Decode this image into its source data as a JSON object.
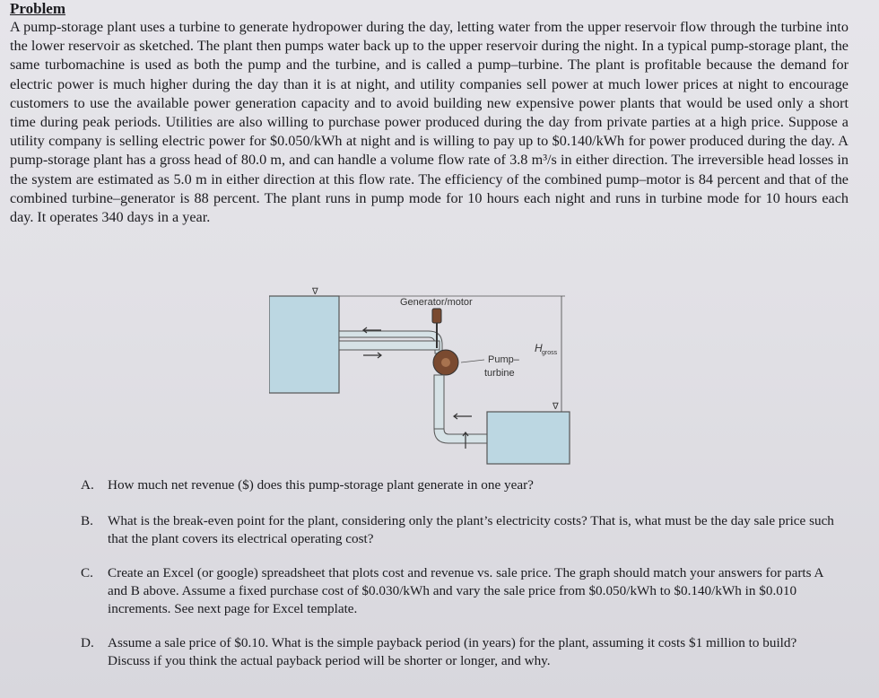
{
  "heading": "Problem",
  "problem_text": "A pump-storage plant uses a turbine to generate hydropower during the day, letting water from the upper reservoir flow through the turbine into the lower reservoir as sketched. The plant then pumps water back up to the upper reservoir during the night. In a typical pump-storage plant, the same turbomachine is used as both the pump and the turbine, and is called a pump–turbine. The plant is profitable because the demand for electric power is much higher during the day than it is at night, and utility companies sell power at much lower prices at night to encourage customers to use the available power generation capacity and to avoid building new expensive power plants that would be used only a short time during peak periods. Utilities are also willing to purchase power produced during the day from private parties at a high price. Suppose a utility company is selling electric power for $0.050/kWh at night and is willing to pay up to $0.140/kWh for power produced during the day. A pump-storage plant has a gross head of 80.0 m, and can handle a volume flow rate of 3.8 m³/s in either direction. The irreversible head losses in the system are estimated as 5.0 m in either direction at this flow rate. The efficiency of the combined pump–motor is 84 percent and that of the combined turbine–generator is 88 percent. The plant runs in pump mode for 10 hours each night and runs in turbine mode for 10 hours each day. It operates 340 days in a year.",
  "figure": {
    "generator_label": "Generator/motor",
    "pump_label_line1": "Pump–",
    "pump_label_line2": "turbine",
    "head_label": "H",
    "head_subscript": "gross",
    "water_level_symbol": "∇"
  },
  "questions": [
    {
      "letter": "A.",
      "text": "How much net revenue ($) does this pump-storage plant generate in one year?"
    },
    {
      "letter": "B.",
      "text": "What is the break-even point for the plant, considering only the plant’s electricity costs? That is, what must be the day sale price such that the plant covers its electrical operating cost?"
    },
    {
      "letter": "C.",
      "text": "Create an Excel (or google) spreadsheet that plots cost and revenue vs. sale price.   The graph should match your answers for parts A and B above.   Assume a fixed purchase cost of $0.030/kWh and vary the sale price from $0.050/kWh to $0.140/kWh in $0.010 increments.  See next page for Excel template."
    },
    {
      "letter": "D.",
      "text": "Assume a sale price of $0.10.  What is the simple payback period (in years) for the plant, assuming it costs $1 million to build? Discuss if you think the actual payback period will be shorter or longer, and why."
    }
  ],
  "colors": {
    "water": "#bcd7e2",
    "pipe": "#d6e2e6",
    "pump": "#7a4a30"
  }
}
